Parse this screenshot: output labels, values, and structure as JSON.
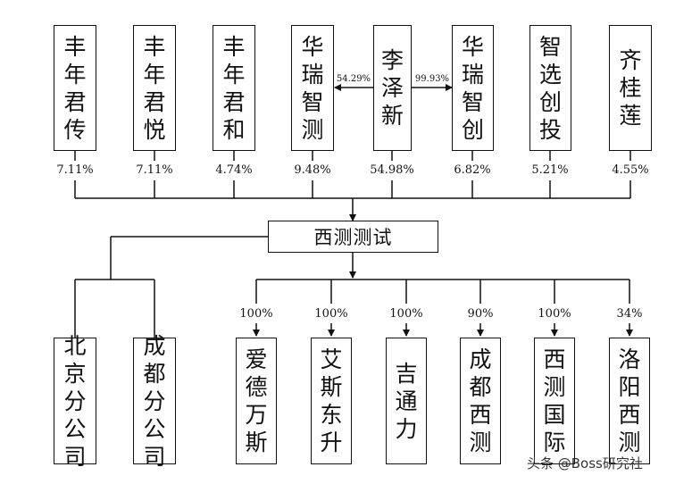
{
  "shareholders": [
    {
      "name": "丰年君传",
      "pct": "7.11%"
    },
    {
      "name": "丰年君悦",
      "pct": "7.11%"
    },
    {
      "name": "丰年君和",
      "pct": "4.74%"
    },
    {
      "name": "华瑞智测",
      "pct": "9.48%"
    },
    {
      "name": "李泽新",
      "pct": "54.98%"
    },
    {
      "name": "华瑞智创",
      "pct": "6.82%"
    },
    {
      "name": "智选创投",
      "pct": "5.21%"
    },
    {
      "name": "齐桂莲",
      "pct": "4.55%"
    }
  ],
  "links": {
    "left_pct": "54.29%",
    "right_pct": "99.93%"
  },
  "company": "西测测试",
  "branches": [
    {
      "name": "北京分公司"
    },
    {
      "name": "成都分公司"
    }
  ],
  "subsidiaries": [
    {
      "name": "爱德万斯",
      "pct": "100%"
    },
    {
      "name": "艾斯东升",
      "pct": "100%"
    },
    {
      "name": "吉通力",
      "pct": "100%"
    },
    {
      "name": "成都西测",
      "pct": "90%"
    },
    {
      "name": "西测国际",
      "pct": "100%"
    },
    {
      "name": "洛阳西测",
      "pct": "34%"
    }
  ],
  "watermark": "头条 @Boss研究社"
}
